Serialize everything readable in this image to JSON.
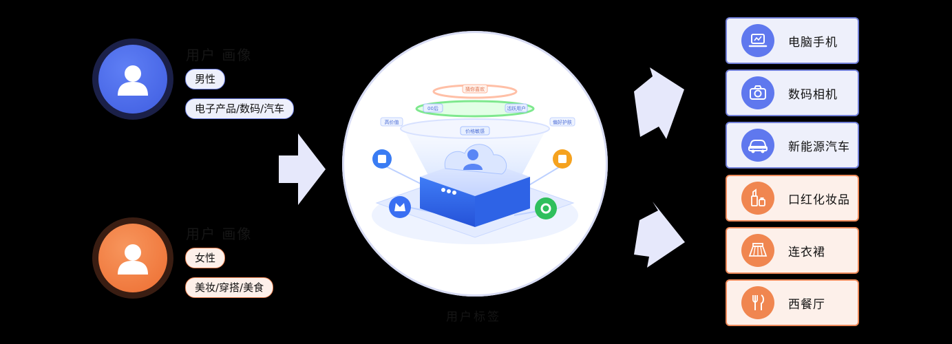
{
  "users": [
    {
      "title": "用户 画像",
      "tags": [
        "男性",
        "电子产品/数码/汽车"
      ],
      "accent": "#4a68ec"
    },
    {
      "title": "用户 画像",
      "tags": [
        "女性",
        "美妆/穿搭/美食"
      ],
      "accent": "#f07a3e"
    }
  ],
  "hub": {
    "chips": [
      "猜你喜欢",
      "00后",
      "高价值",
      "价格敏感",
      "偏好护肤",
      "活跃用户"
    ],
    "caption": "用户标签"
  },
  "categories": [
    {
      "label": "电脑手机",
      "icon": "laptop-icon",
      "color": "blue"
    },
    {
      "label": "数码相机",
      "icon": "camera-icon",
      "color": "blue"
    },
    {
      "label": "新能源汽车",
      "icon": "car-icon",
      "color": "blue"
    },
    {
      "label": "口红化妆品",
      "icon": "lipstick-icon",
      "color": "orange"
    },
    {
      "label": "连衣裙",
      "icon": "skirt-icon",
      "color": "orange"
    },
    {
      "label": "西餐厅",
      "icon": "cutlery-icon",
      "color": "orange"
    }
  ],
  "colors": {
    "blue": "#5f78ee",
    "orange": "#f08650",
    "arrow": "#e6e8fb"
  }
}
